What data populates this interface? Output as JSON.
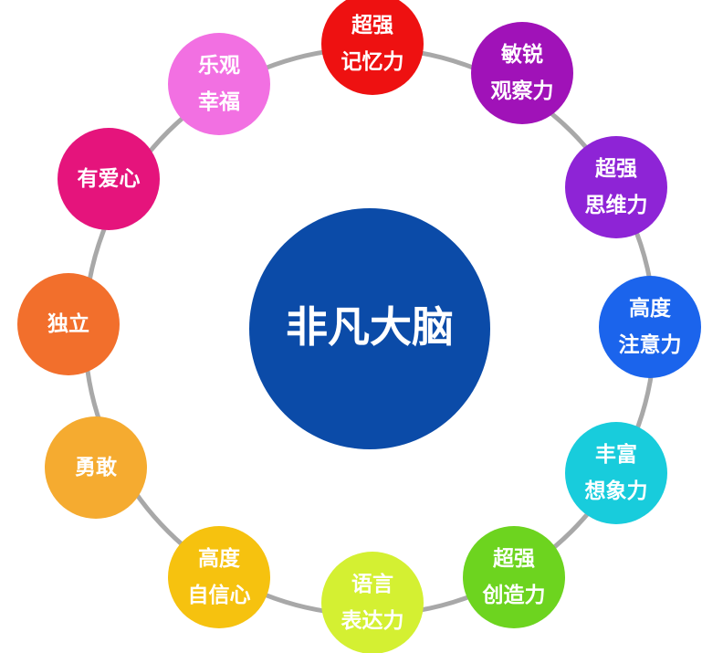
{
  "center": {
    "label": "非凡大脑",
    "color": "#0b4ba8"
  },
  "nodes": [
    {
      "id": "memory",
      "lines": [
        "超强",
        "记忆力"
      ],
      "color": "#ee1111"
    },
    {
      "id": "observation",
      "lines": [
        "敏锐",
        "观察力"
      ],
      "color": "#a012b8"
    },
    {
      "id": "thinking",
      "lines": [
        "超强",
        "思维力"
      ],
      "color": "#8e24d6"
    },
    {
      "id": "attention",
      "lines": [
        "高度",
        "注意力"
      ],
      "color": "#1b64ec"
    },
    {
      "id": "imagination",
      "lines": [
        "丰富",
        "想象力"
      ],
      "color": "#18ccdc"
    },
    {
      "id": "creativity",
      "lines": [
        "超强",
        "创造力"
      ],
      "color": "#6dd41f"
    },
    {
      "id": "expression",
      "lines": [
        "语言",
        "表达力"
      ],
      "color": "#d4f032"
    },
    {
      "id": "confidence",
      "lines": [
        "高度",
        "自信心"
      ],
      "color": "#f6c20f"
    },
    {
      "id": "courage",
      "lines": [
        "勇敢"
      ],
      "color": "#f5ab30"
    },
    {
      "id": "independence",
      "lines": [
        "独立"
      ],
      "color": "#f26f2c"
    },
    {
      "id": "love",
      "lines": [
        "有爱心"
      ],
      "color": "#e5147c"
    },
    {
      "id": "happiness",
      "lines": [
        "乐观",
        "幸福"
      ],
      "color": "#f270e2"
    }
  ]
}
